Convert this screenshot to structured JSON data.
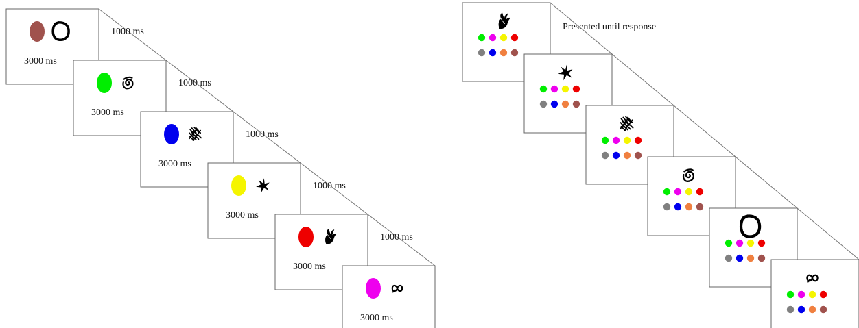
{
  "encoding_phase": {
    "frames": [
      {
        "color": "#a0524d",
        "symbol": "loop-outline",
        "duration": "3000 ms"
      },
      {
        "color": "#00ee00",
        "symbol": "spiral",
        "duration": "3000 ms"
      },
      {
        "color": "#0000ee",
        "symbol": "scribble",
        "duration": "3000 ms"
      },
      {
        "color": "#f5f500",
        "symbol": "star-burst",
        "duration": "3000 ms"
      },
      {
        "color": "#ee0000",
        "symbol": "claw",
        "duration": "3000 ms"
      },
      {
        "color": "#ee00ee",
        "symbol": "figure-eight",
        "duration": "3000 ms"
      }
    ],
    "intervals": [
      "1000 ms",
      "1000 ms",
      "1000 ms",
      "1000 ms",
      "1000 ms"
    ]
  },
  "test_phase": {
    "label": "Presented until response",
    "probes": [
      "claw",
      "star-burst",
      "scribble",
      "spiral",
      "loop-outline",
      "figure-eight"
    ],
    "palette": [
      "#00ee00",
      "#ee00ee",
      "#f5f500",
      "#ee0000",
      "#808080",
      "#0000ee",
      "#f08040",
      "#a0524d"
    ]
  }
}
